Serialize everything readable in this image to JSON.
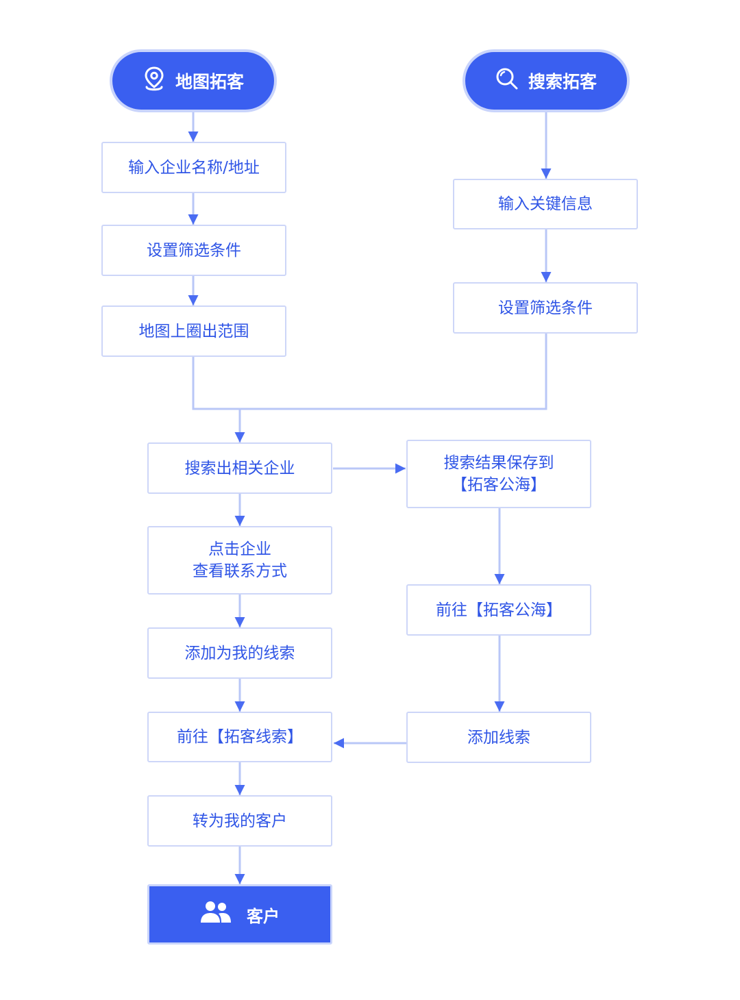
{
  "colors": {
    "primary": "#3a5ff0",
    "step_border": "#cdd6f8",
    "step_text": "#2f55e6",
    "connector": "#b9c7f7",
    "arrow_head": "#4a6cf2"
  },
  "left_branch": {
    "start": {
      "label": "地图拓客",
      "icon": "map-pin-icon"
    },
    "steps": [
      "输入企业名称/地址",
      "设置筛选条件",
      "地图上圈出范围"
    ]
  },
  "right_branch": {
    "start": {
      "label": "搜索拓客",
      "icon": "search-icon"
    },
    "steps": [
      "输入关键信息",
      "设置筛选条件"
    ]
  },
  "main_flow": {
    "search_companies": "搜索出相关企业",
    "view_contact": {
      "line1": "点击企业",
      "line2": "查看联系方式"
    },
    "add_my_lead": "添加为我的线索",
    "go_leads": "前往【拓客线索】",
    "to_customer": "转为我的客户",
    "end": {
      "label": "客户",
      "icon": "users-icon"
    }
  },
  "side_flow": {
    "save_results": {
      "line1": "搜索结果保存到",
      "line2": "【拓客公海】"
    },
    "go_pool": "前往【拓客公海】",
    "add_lead": "添加线索"
  }
}
